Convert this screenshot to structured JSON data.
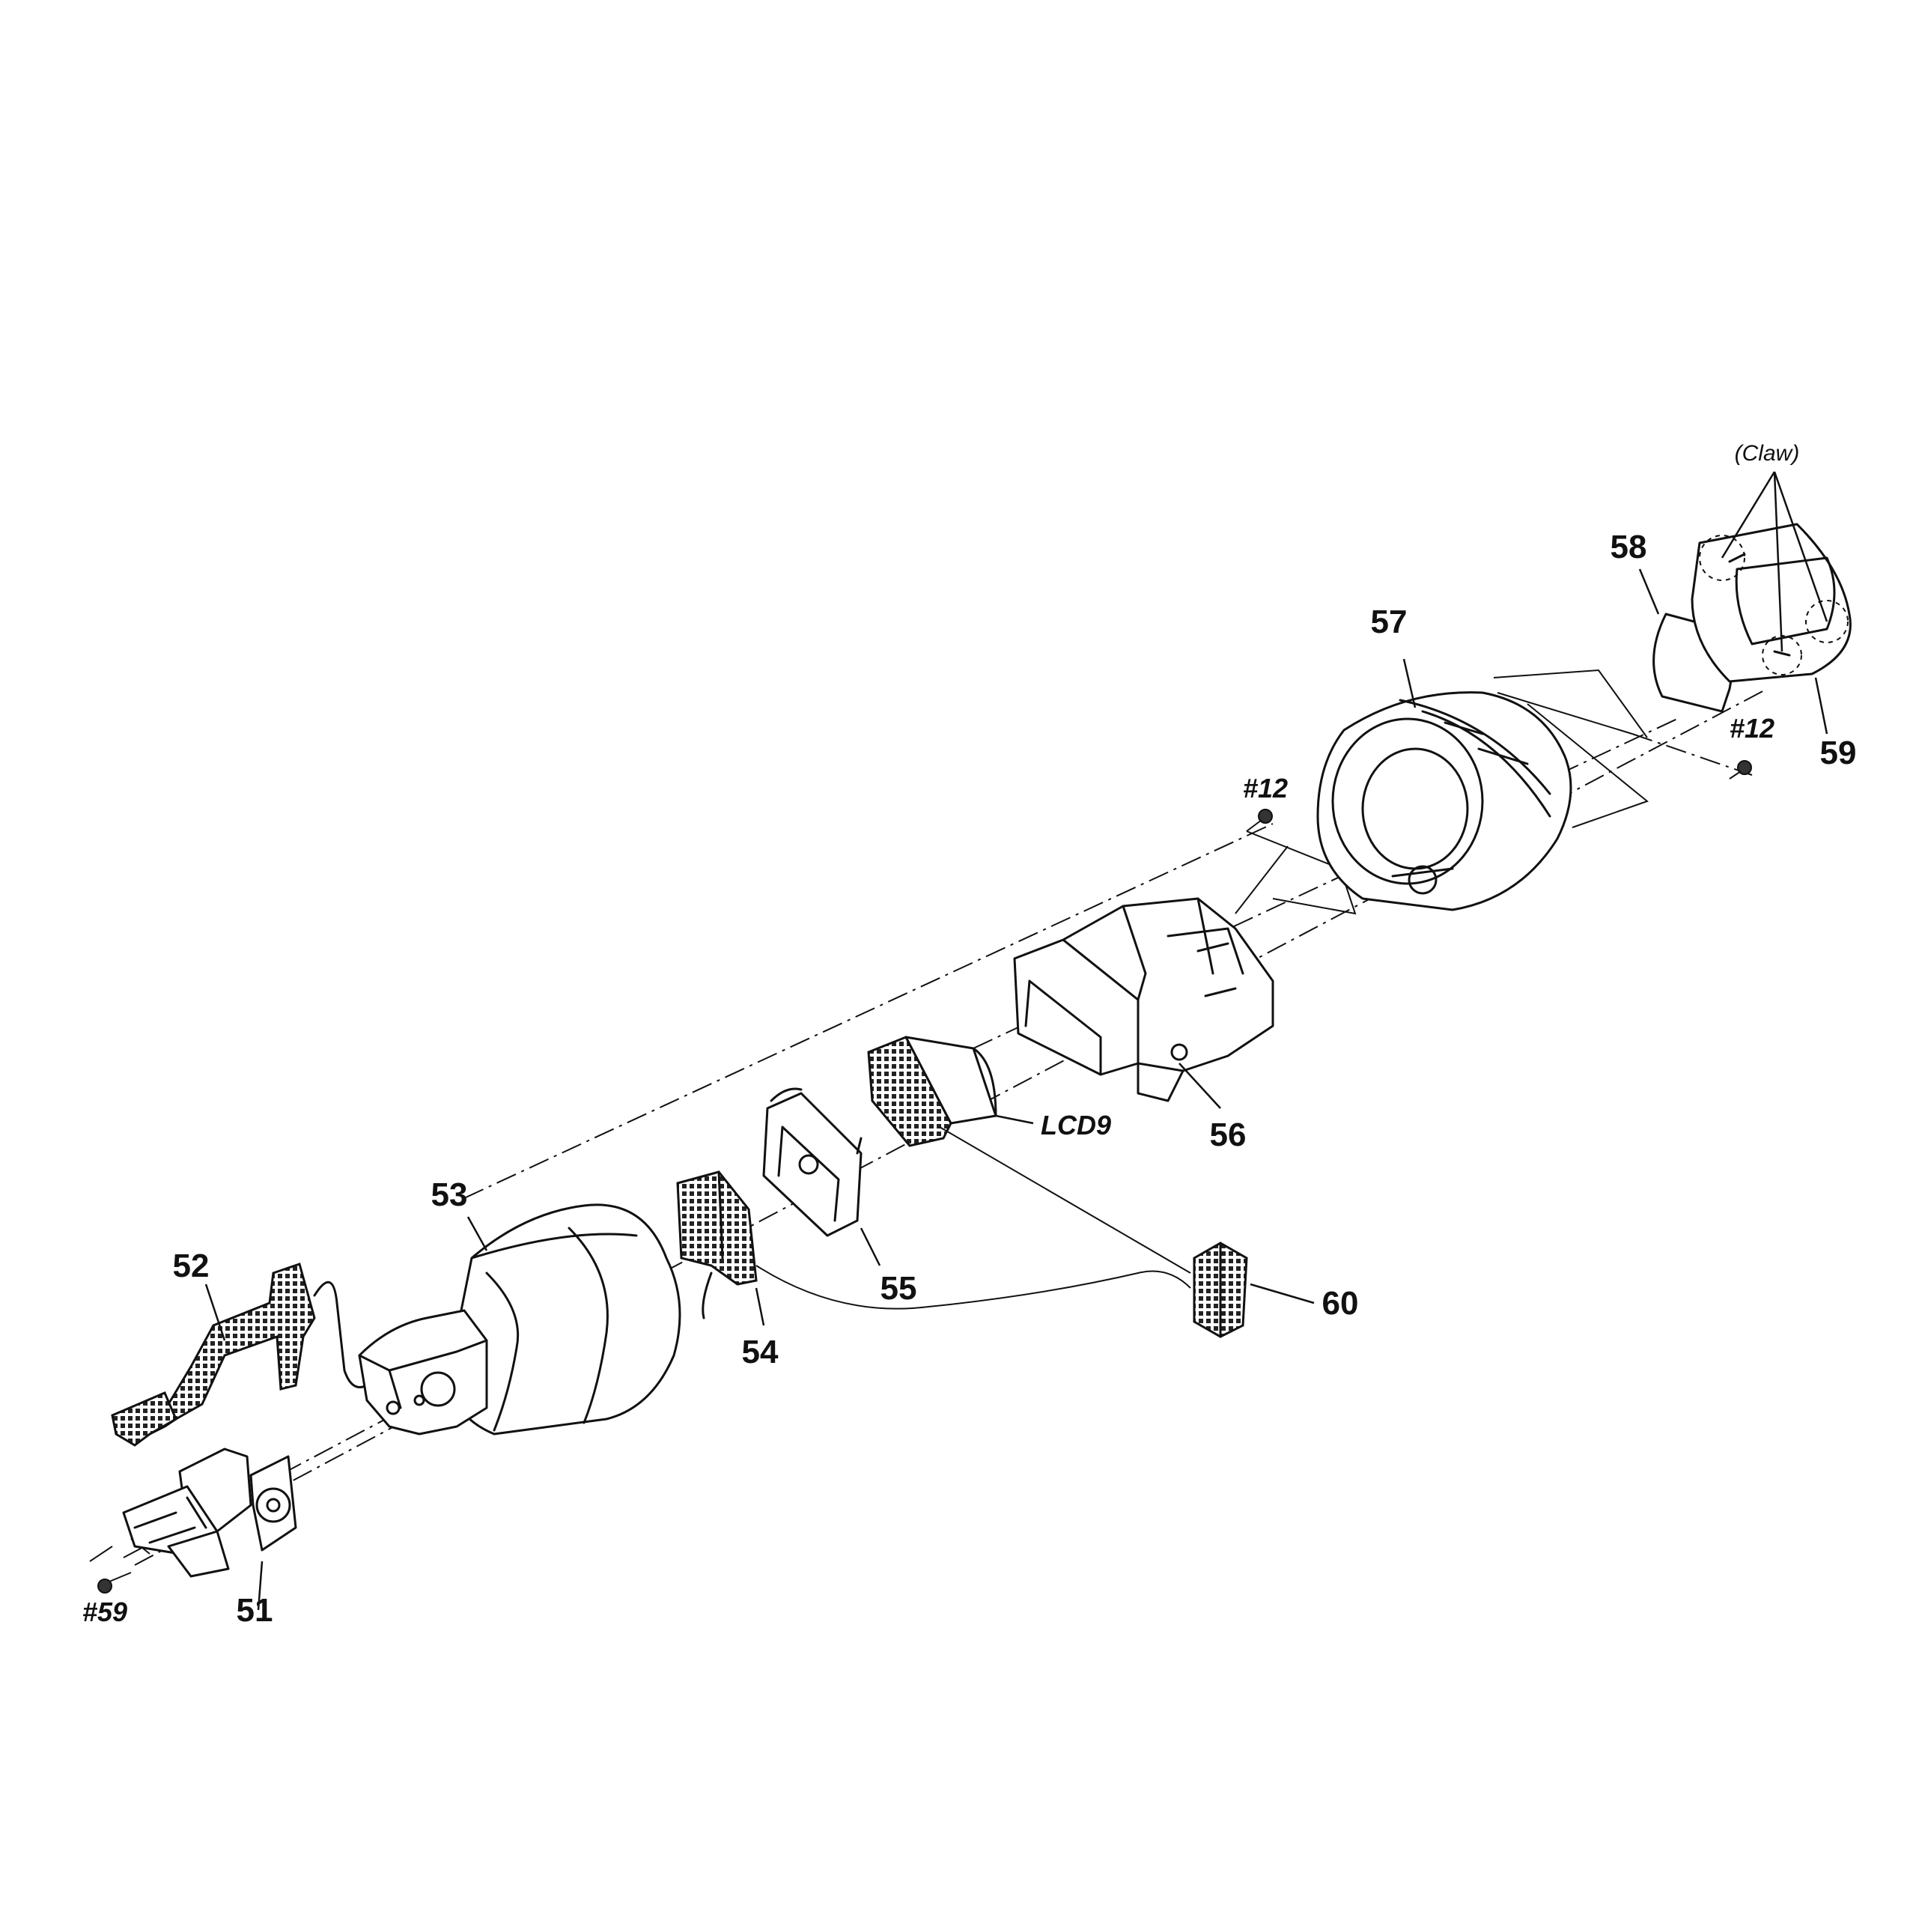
{
  "labels": {
    "p51": "51",
    "p52": "52",
    "p53": "53",
    "p54": "54",
    "p55": "55",
    "p56": "56",
    "p57": "57",
    "p58": "58",
    "p59": "59",
    "p60": "60",
    "lcd9": "LCD9",
    "s59": "#59",
    "s12a": "#12",
    "s12b": "#12",
    "claw": "(Claw)"
  }
}
